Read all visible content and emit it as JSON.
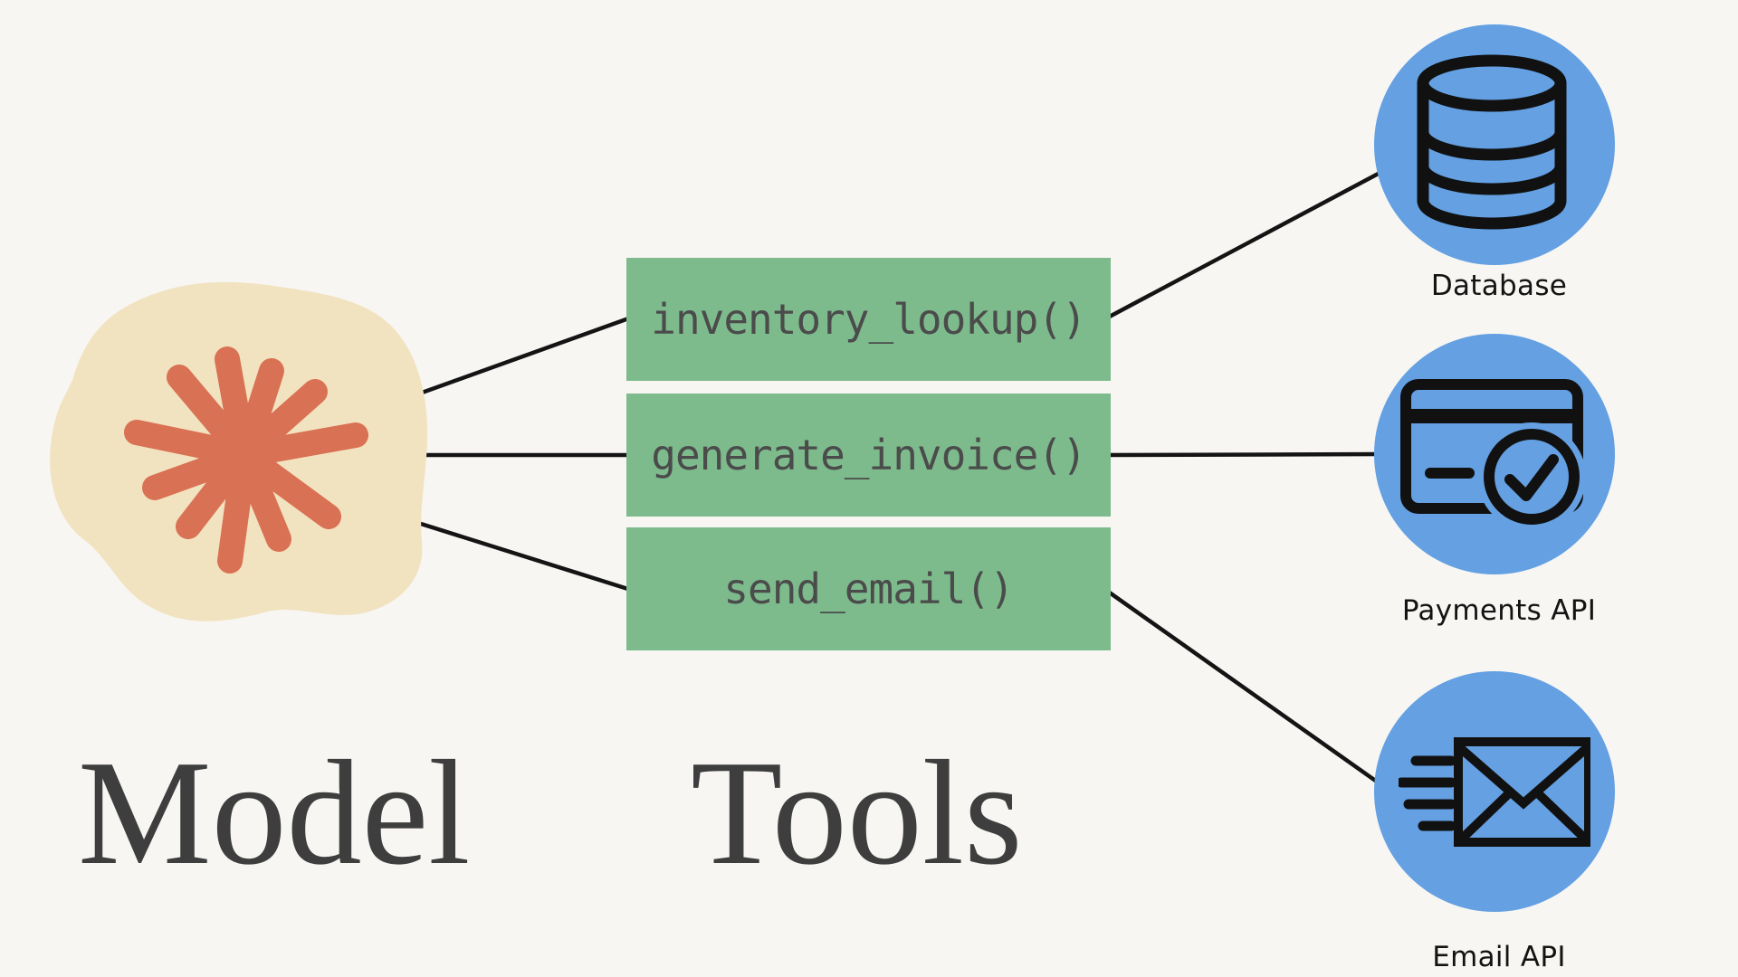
{
  "titles": {
    "model": "Model",
    "tools": "Tools"
  },
  "tools": {
    "items": [
      {
        "label": "inventory_lookup()"
      },
      {
        "label": "generate_invoice()"
      },
      {
        "label": "send_email()"
      }
    ]
  },
  "services": [
    {
      "label": "Database",
      "icon": "database-icon"
    },
    {
      "label": "Payments API",
      "icon": "credit-card-check-icon"
    },
    {
      "label": "Email API",
      "icon": "email-send-icon"
    }
  ],
  "colors": {
    "background": "#f7f6f3",
    "tool_box_green": "#7dbb8d",
    "tool_text_gray": "#4b4b4b",
    "service_circle_blue": "#64a0e2",
    "icon_stroke_black": "#111111",
    "connector_line_black": "#141414",
    "model_blob_cream": "#f2e3c0",
    "model_star_orange": "#d97154",
    "title_text_gray": "#3e3e3e",
    "label_text_black": "#131313"
  }
}
